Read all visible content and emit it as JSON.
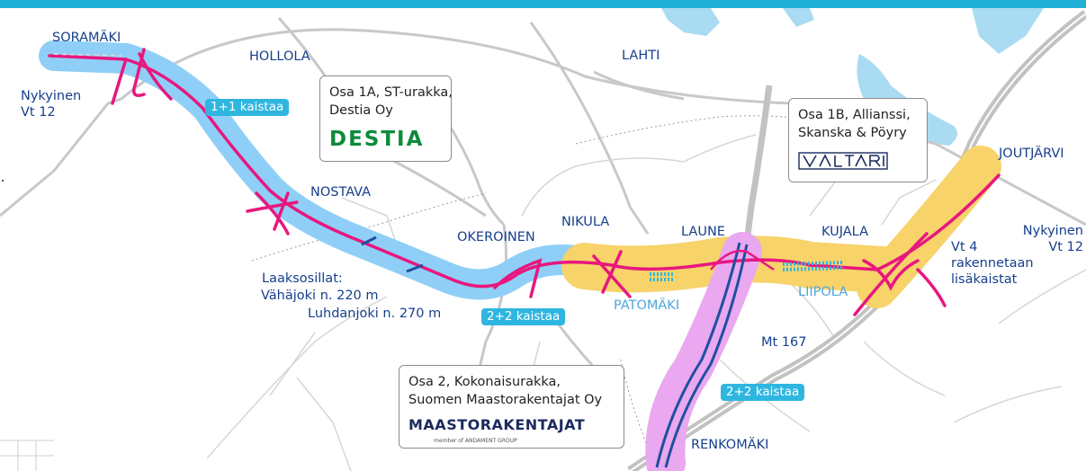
{
  "colors": {
    "topbar": "#21b0d6",
    "section_1a": "#8fcff7",
    "section_1b": "#f7d36a",
    "section_2": "#e9a8ef",
    "new_road": "#e8177e",
    "mt167": "#1f4fa0",
    "existing_road": "#bfbfbf",
    "water": "#a9dbf2",
    "label_text": "#163f8c"
  },
  "places": {
    "soramaki": "SORAMÄKI",
    "hollola": "HOLLOLA",
    "lahti": "LAHTI",
    "joutjarvi": "JOUTJÄRVI",
    "nostava": "NOSTAVA",
    "nikula": "NIKULA",
    "okeroinen": "OKEROINEN",
    "laune": "LAUNE",
    "kujala": "KUJALA",
    "liipola": "LIIPOLA",
    "patomaki": "PATOMÄKI",
    "renkomaki": "RENKOMÄKI"
  },
  "road_labels": {
    "nykyinen_left": [
      "Nykyinen",
      "Vt 12"
    ],
    "nykyinen_right": [
      "Nykyinen",
      "Vt 12"
    ],
    "vt4": [
      "Vt 4",
      "rakennetaan",
      "lisäkaistat"
    ],
    "mt167": "Mt 167",
    "bridges": [
      "Laaksosillat:",
      "Vähäjoki n. 220 m",
      "Luhdanjoki n. 270 m"
    ]
  },
  "lane_tags": {
    "one_plus_one": "1+1 kaistaa",
    "two_plus_two_a": "2+2 kaistaa",
    "two_plus_two_b": "2+2 kaistaa"
  },
  "boxes": {
    "osa1a": {
      "lines": [
        "Osa 1A, ST-urakka,",
        "Destia Oy"
      ],
      "logo": "DESTIA"
    },
    "osa1b": {
      "lines": [
        "Osa 1B, Allianssi,",
        "Skanska & Pöyry"
      ],
      "logo": "VALTARI",
      "logo_icon": "valtari-logo-icon"
    },
    "osa2": {
      "lines": [
        "Osa 2, Kokonaisurakka,",
        "Suomen Maastorakentajat Oy"
      ],
      "logo": "MAASTORAKENTAJAT",
      "logo_sub": "member of ANDAMENT GROUP"
    }
  }
}
